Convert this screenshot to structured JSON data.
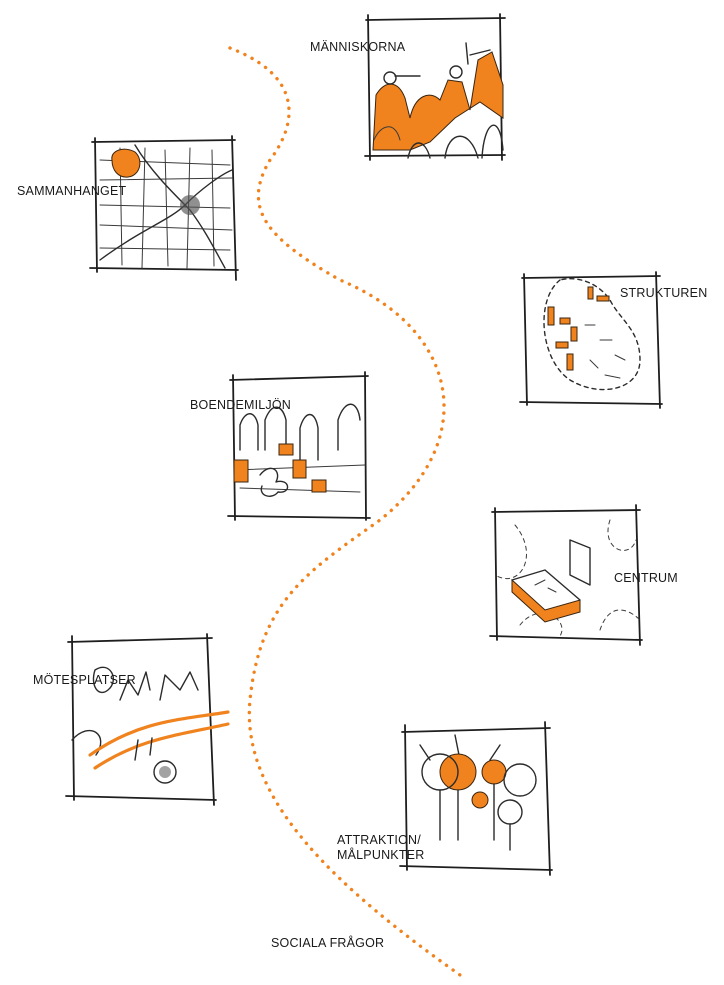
{
  "accent_color": "#f0831e",
  "ink_color": "#2b2b2b",
  "labels": {
    "manniskorna": "MÄNNISKORNA",
    "sammanhanget": "SAMMANHANGET",
    "strukturen": "STRUKTUREN",
    "boendemiljon": "BOENDEMILJÖN",
    "centrum": "CENTRUM",
    "motesplatser": "MÖTESPLATSER",
    "attraktion_line1": "ATTRAKTION/",
    "attraktion_line2": "MÅLPUNKTER",
    "sociala_fragor": "SOCIALA FRÅGOR"
  }
}
